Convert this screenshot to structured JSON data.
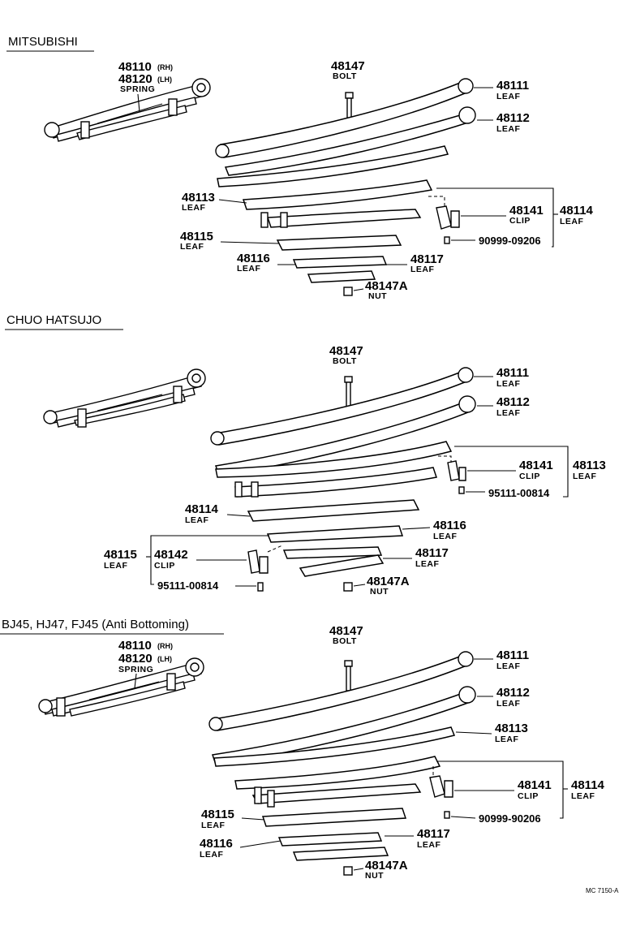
{
  "sections": [
    {
      "title": "MITSUBISHI",
      "spring": {
        "number_rh": "48110",
        "side_rh": "(RH)",
        "number_lh": "48120",
        "side_lh": "(LH)",
        "label": "SPRING"
      },
      "bolt": {
        "number": "48147",
        "label": "BOLT"
      },
      "nut": {
        "number": "48147A",
        "label": "NUT"
      },
      "leaves": [
        {
          "number": "48111",
          "label": "LEAF"
        },
        {
          "number": "48112",
          "label": "LEAF"
        },
        {
          "number": "48113",
          "label": "LEAF"
        },
        {
          "number": "48114",
          "label": "LEAF"
        },
        {
          "number": "48115",
          "label": "LEAF"
        },
        {
          "number": "48116",
          "label": "LEAF"
        },
        {
          "number": "48117",
          "label": "LEAF"
        }
      ],
      "clip": {
        "number": "48141",
        "label": "CLIP"
      },
      "rivet": "90999-09206"
    },
    {
      "title": "CHUO HATSUJO",
      "bolt": {
        "number": "48147",
        "label": "BOLT"
      },
      "nut": {
        "number": "48147A",
        "label": "NUT"
      },
      "leaves": [
        {
          "number": "48111",
          "label": "LEAF"
        },
        {
          "number": "48112",
          "label": "LEAF"
        },
        {
          "number": "48113",
          "label": "LEAF"
        },
        {
          "number": "48114",
          "label": "LEAF"
        },
        {
          "number": "48115",
          "label": "LEAF"
        },
        {
          "number": "48116",
          "label": "LEAF"
        },
        {
          "number": "48117",
          "label": "LEAF"
        }
      ],
      "clip_upper": {
        "number": "48141",
        "label": "CLIP"
      },
      "clip_lower": {
        "number": "48142",
        "label": "CLIP"
      },
      "rivet_upper": "95111-00814",
      "rivet_lower": "95111-00814"
    },
    {
      "title": "BJ45, HJ47, FJ45 (Anti Bottoming)",
      "spring": {
        "number_rh": "48110",
        "side_rh": "(RH)",
        "number_lh": "48120",
        "side_lh": "(LH)",
        "label": "SPRING"
      },
      "bolt": {
        "number": "48147",
        "label": "BOLT"
      },
      "nut": {
        "number": "48147A",
        "label": "NUT"
      },
      "leaves": [
        {
          "number": "48111",
          "label": "LEAF"
        },
        {
          "number": "48112",
          "label": "LEAF"
        },
        {
          "number": "48113",
          "label": "LEAF"
        },
        {
          "number": "48114",
          "label": "LEAF"
        },
        {
          "number": "48115",
          "label": "LEAF"
        },
        {
          "number": "48116",
          "label": "LEAF"
        },
        {
          "number": "48117",
          "label": "LEAF"
        }
      ],
      "clip": {
        "number": "48141",
        "label": "CLIP"
      },
      "rivet": "90999-90206"
    }
  ],
  "footer_code": "MC  7150-A"
}
